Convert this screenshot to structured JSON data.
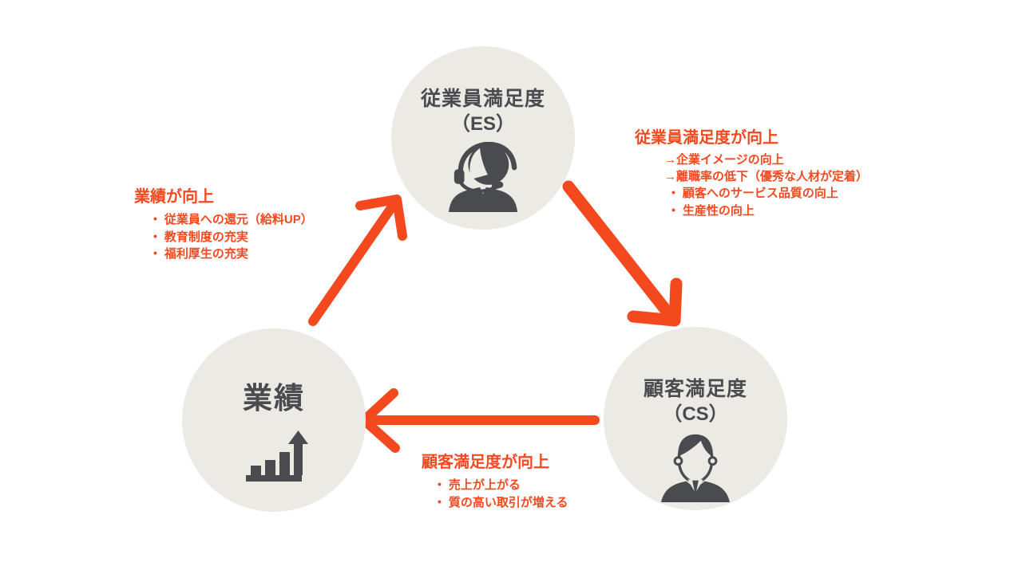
{
  "diagram": {
    "bullet_glyph": "•",
    "colors": {
      "accent_orange": "#F4481F",
      "circle_fill": "#ECEAE4",
      "icon_dark": "#4A4B4F",
      "background": "#FFFFFF"
    },
    "nodes": {
      "es": {
        "title": "従業員満足度",
        "subtitle": "（ES）",
        "icon": "headset-agent-icon"
      },
      "cs": {
        "title": "顧客満足度",
        "subtitle": "（CS）",
        "icon": "businessman-icon"
      },
      "performance": {
        "title": "業績",
        "icon": "growth-bar-chart-icon"
      }
    },
    "annotations": {
      "es_up": {
        "heading": "従業員満足度が向上",
        "arrow_items": [
          "→企業イメージの向上",
          "→離職率の低下（優秀な人材が定着）"
        ],
        "bullet_items": [
          "顧客へのサービス品質の向上",
          "生産性の向上"
        ]
      },
      "performance_up": {
        "heading": "業績が向上",
        "bullet_items": [
          "従業員への還元（給料UP）",
          "教育制度の充実",
          "福利厚生の充実"
        ]
      },
      "cs_up": {
        "heading": "顧客満足度が向上",
        "bullet_items": [
          "売上が上がる",
          "質の高い取引が増える"
        ]
      }
    }
  }
}
